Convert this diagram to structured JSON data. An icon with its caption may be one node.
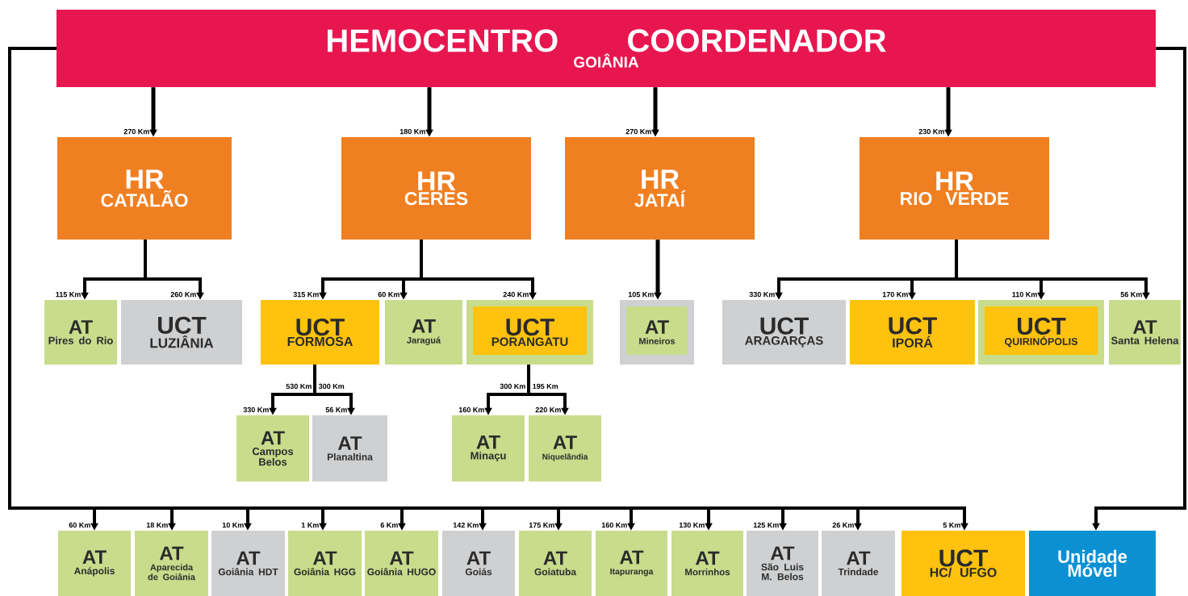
{
  "diagram": {
    "nodes": [
      {
        "text": [
          "HEMOCENTRO COORDENADOR",
          "GOIÂNIA"
        ]
      },
      {
        "text": [
          "HR",
          "CATALÃO"
        ]
      },
      {
        "text": [
          "HR",
          "CERES"
        ]
      },
      {
        "text": [
          "HR",
          "JATAÍ"
        ]
      },
      {
        "text": [
          "HR",
          "RIO VERDE"
        ]
      },
      {
        "text": [
          "AT",
          "Pires do Rio"
        ]
      },
      {
        "text": [
          "UCT",
          "LUZIÂNIA"
        ]
      },
      {
        "text": [
          "UCT",
          "FORMOSA"
        ]
      },
      {
        "text": [
          "AT",
          "Jaraguá"
        ]
      },
      {
        "text": [
          "UCT",
          "PORANGATU"
        ]
      },
      {
        "text": [
          "AT",
          "Mineiros"
        ]
      },
      {
        "text": [
          "UCT",
          "ARAGARÇAS"
        ]
      },
      {
        "text": [
          "UCT",
          "IPORÁ"
        ]
      },
      {
        "text": [
          "UCT",
          "QUIRINÓPOLIS"
        ]
      },
      {
        "text": [
          "AT",
          "Santa Helena"
        ]
      },
      {
        "text": [
          "AT",
          "Campos Belos"
        ]
      },
      {
        "text": [
          "AT",
          "Planaltina"
        ]
      },
      {
        "text": [
          "AT",
          "Minaçu"
        ]
      },
      {
        "text": [
          "AT",
          "Niquelândia"
        ]
      },
      {
        "text": [
          "AT",
          "Anápolis"
        ]
      },
      {
        "text": [
          "AT",
          "Aparecida de Goiânia"
        ]
      },
      {
        "text": [
          "AT",
          "Goiânia HDT"
        ]
      },
      {
        "text": [
          "AT",
          "Goiânia HGG"
        ]
      },
      {
        "text": [
          "AT",
          "Goiânia HUGO"
        ]
      },
      {
        "text": [
          "AT",
          "Goiás"
        ]
      },
      {
        "text": [
          "AT",
          "Goiatuba"
        ]
      },
      {
        "text": [
          "AT",
          "Itapuranga"
        ]
      },
      {
        "text": [
          "AT",
          "Morrinhos"
        ]
      },
      {
        "text": [
          "AT",
          "São Luis M. Belos"
        ]
      },
      {
        "text": [
          "AT",
          "Trindade"
        ]
      },
      {
        "text": [
          "UCT",
          "HC/ UFGO"
        ]
      },
      {
        "text": [
          "Unidade Móvel"
        ]
      }
    ],
    "edges": [
      {
        "from": 0,
        "to": 1,
        "arrow": "to",
        "label": "270 Km"
      },
      {
        "from": 0,
        "to": 2,
        "arrow": "to",
        "label": "180 Km"
      },
      {
        "from": 0,
        "to": 3,
        "arrow": "to",
        "label": "270 Km"
      },
      {
        "from": 0,
        "to": 4,
        "arrow": "to",
        "label": "230 Km"
      },
      {
        "from": 1,
        "to": 5,
        "arrow": "to",
        "label": "115 Km"
      },
      {
        "from": 1,
        "to": 6,
        "arrow": "to",
        "label": "260 Km"
      },
      {
        "from": 2,
        "to": 7,
        "arrow": "to",
        "label": "315 Km"
      },
      {
        "from": 2,
        "to": 8,
        "arrow": "to",
        "label": "60 Km"
      },
      {
        "from": 2,
        "to": 9,
        "arrow": "to",
        "label": "240 Km"
      },
      {
        "from": 3,
        "to": 10,
        "arrow": "to",
        "label": "105 Km"
      },
      {
        "from": 4,
        "to": 11,
        "arrow": "to",
        "label": "330 Km"
      },
      {
        "from": 4,
        "to": 12,
        "arrow": "to",
        "label": "170 Km"
      },
      {
        "from": 4,
        "to": 13,
        "arrow": "to",
        "label": "110 Km"
      },
      {
        "from": 4,
        "to": 14,
        "arrow": "to",
        "label": "56 Km"
      },
      {
        "from": 7,
        "to": 15,
        "arrow": "to",
        "label": "330 Km"
      },
      {
        "from": 7,
        "to": 16,
        "arrow": "to",
        "label": "56 Km"
      },
      {
        "from": 9,
        "to": 17,
        "arrow": "to",
        "label": "160 Km"
      },
      {
        "from": 9,
        "to": 18,
        "arrow": "to",
        "label": "220 Km"
      },
      {
        "from": 0,
        "to": 19,
        "arrow": "to",
        "label": "60 Km"
      },
      {
        "from": 0,
        "to": 20,
        "arrow": "to",
        "label": "18 Km"
      },
      {
        "from": 0,
        "to": 21,
        "arrow": "to",
        "label": "10 Km"
      },
      {
        "from": 0,
        "to": 22,
        "arrow": "to",
        "label": "1 Km"
      },
      {
        "from": 0,
        "to": 23,
        "arrow": "to",
        "label": "6 Km"
      },
      {
        "from": 0,
        "to": 24,
        "arrow": "to",
        "label": "142 Km"
      },
      {
        "from": 0,
        "to": 25,
        "arrow": "to",
        "label": "175 Km"
      },
      {
        "from": 0,
        "to": 26,
        "arrow": "to",
        "label": "160 Km"
      },
      {
        "from": 0,
        "to": 27,
        "arrow": "to",
        "label": "130 Km"
      },
      {
        "from": 0,
        "to": 28,
        "arrow": "to",
        "label": "125 Km"
      },
      {
        "from": 0,
        "to": 29,
        "arrow": "to",
        "label": "26 Km"
      },
      {
        "from": 0,
        "to": 30,
        "arrow": "to",
        "label": "5 Km"
      },
      {
        "from": 0,
        "to": 31,
        "arrow": "to"
      }
    ],
    "labels": [
      "530 Km",
      "300 Km",
      "300 Km",
      "195 Km"
    ]
  }
}
